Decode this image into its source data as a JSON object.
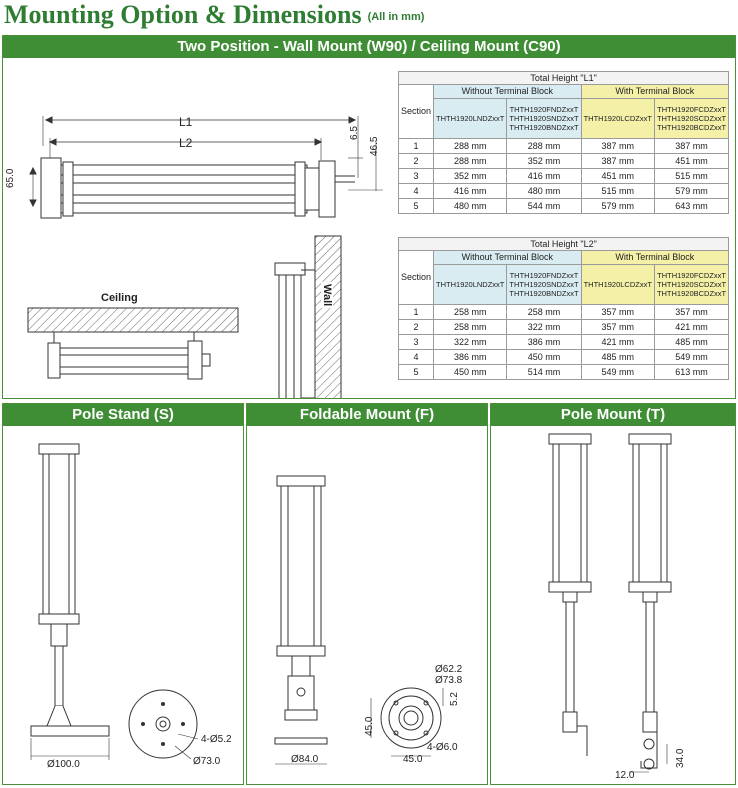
{
  "title": {
    "main": "Mounting Option & Dimensions",
    "sub": "(All in mm)"
  },
  "panels": {
    "wall": "Two Position - Wall Mount (W90) / Ceiling Mount (C90)",
    "pole_stand": "Pole Stand (S)",
    "foldable": "Foldable Mount (F)",
    "pole_mount": "Pole Mount (T)"
  },
  "drawing_labels": {
    "l1": "L1",
    "l2": "L2",
    "d65": "65.0",
    "d6_5": "6.5",
    "d46_5": "46.5",
    "ceiling": "Ceiling",
    "wall": "Wall",
    "s_d100": "Ø100.0",
    "s_d73": "Ø73.0",
    "s_4d52": "4-Ø5.2",
    "f_d62": "Ø62.2",
    "f_d73": "Ø73.8",
    "f_52": "5.2",
    "f_45v": "45.0",
    "f_45h": "45.0",
    "f_4d6": "4-Ø6.0",
    "f_d84": "Ø84.0",
    "t_12": "12.0",
    "t_34": "34.0"
  },
  "table_l1": {
    "caption": "Total Height \"L1\"",
    "section_label": "Section",
    "group_without": "Without Terminal Block",
    "group_with": "With Terminal Block",
    "models": [
      "THTH1920LNDZxxT",
      "THTH1920FNDZxxT",
      "THTH1920SNDZxxT",
      "THTH1920BNDZxxT",
      "THTH1920LCDZxxT",
      "THTH1920FCDZxxT",
      "THTH1920SCDZxxT",
      "THTH1920BCDZxxT"
    ],
    "rows": [
      [
        "1",
        "288 mm",
        "288 mm",
        "387 mm",
        "387 mm"
      ],
      [
        "2",
        "288 mm",
        "352 mm",
        "387 mm",
        "451 mm"
      ],
      [
        "3",
        "352 mm",
        "416 mm",
        "451 mm",
        "515 mm"
      ],
      [
        "4",
        "416 mm",
        "480 mm",
        "515 mm",
        "579 mm"
      ],
      [
        "5",
        "480 mm",
        "544 mm",
        "579 mm",
        "643 mm"
      ]
    ]
  },
  "table_l2": {
    "caption": "Total Height \"L2\"",
    "section_label": "Section",
    "group_without": "Without Terminal Block",
    "group_with": "With Terminal Block",
    "models": [
      "THTH1920LNDZxxT",
      "THTH1920FNDZxxT",
      "THTH1920SNDZxxT",
      "THTH1920BNDZxxT",
      "THTH1920LCDZxxT",
      "THTH1920FCDZxxT",
      "THTH1920SCDZxxT",
      "THTH1920BCDZxxT"
    ],
    "rows": [
      [
        "1",
        "258 mm",
        "258 mm",
        "357 mm",
        "357 mm"
      ],
      [
        "2",
        "258 mm",
        "322 mm",
        "357 mm",
        "421 mm"
      ],
      [
        "3",
        "322 mm",
        "386 mm",
        "421 mm",
        "485 mm"
      ],
      [
        "4",
        "386 mm",
        "450 mm",
        "485 mm",
        "549 mm"
      ],
      [
        "5",
        "450 mm",
        "514 mm",
        "549 mm",
        "613 mm"
      ]
    ]
  },
  "colors": {
    "brand_green": "#3f8e36",
    "title_green": "#2e7d32",
    "without_bg": "#d9ecf2",
    "with_bg": "#f4f0a8"
  }
}
